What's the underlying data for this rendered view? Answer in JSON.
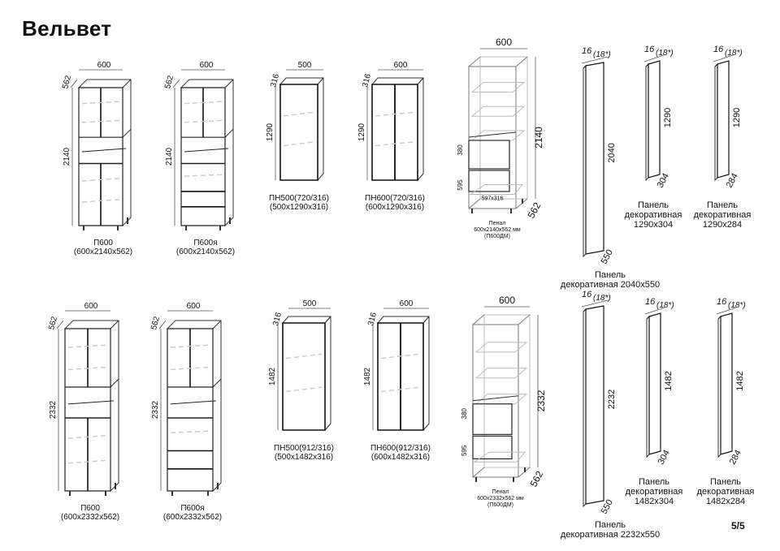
{
  "title": "Вельвет",
  "page_number": "5/5",
  "rows": [
    {
      "p600": {
        "w": "600",
        "d": "562",
        "h": "2140",
        "name": "П600",
        "size": "(600х2140х562)"
      },
      "p600ya": {
        "w": "600",
        "d": "562",
        "h": "2140",
        "name": "П600я",
        "size": "(600х2140х562)"
      },
      "pn500": {
        "w": "500",
        "d": "316",
        "h": "1290",
        "name": "ПН500(720/316)",
        "size": "(500х1290х316)"
      },
      "pn600": {
        "w": "600",
        "d": "316",
        "h": "1290",
        "name": "ПН600(720/316)",
        "size": "(600х1290х316)"
      },
      "penal": {
        "w": "600",
        "h": "2140",
        "d": "562",
        "niche1": "380",
        "niche2": "595",
        "inner": "597х316",
        "name": "Пенал",
        "size": "600х2140х562 мм",
        "code": "(П600ДМ)"
      },
      "panel_large": {
        "thick": "16",
        "thick_alt": "(18*)",
        "h": "2040",
        "w": "550",
        "label1": "Панель",
        "label2": "декоративная 2040х550"
      },
      "panel_mid": {
        "thick": "16",
        "thick_alt": "(18*)",
        "h": "1290",
        "w": "304",
        "label1": "Панель",
        "label2": "декоративная",
        "label3": "1290х304"
      },
      "panel_small": {
        "thick": "16",
        "thick_alt": "(18*)",
        "h": "1290",
        "w": "284",
        "label1": "Панель",
        "label2": "декоративная",
        "label3": "1290х284"
      }
    },
    {
      "p600": {
        "w": "600",
        "d": "562",
        "h": "2332",
        "name": "П600",
        "size": "(600х2332х562)"
      },
      "p600ya": {
        "w": "600",
        "d": "562",
        "h": "2332",
        "name": "П600я",
        "size": "(600х2332х562)"
      },
      "pn500": {
        "w": "500",
        "d": "316",
        "h": "1482",
        "name": "ПН500(912/316)",
        "size": "(500х1482х316)"
      },
      "pn600": {
        "w": "600",
        "d": "316",
        "h": "1482",
        "name": "ПН600(912/316)",
        "size": "(600х1482х316)"
      },
      "penal": {
        "w": "600",
        "h": "2332",
        "d": "562",
        "niche1": "380",
        "niche2": "595",
        "name": "Пенал",
        "size": "600х2332х562 мм",
        "code": "(П600ДМ)"
      },
      "panel_large": {
        "thick": "16",
        "thick_alt": "(18*)",
        "h": "2232",
        "w": "550",
        "label1": "Панель",
        "label2": "декоративная 2232х550"
      },
      "panel_mid": {
        "thick": "16",
        "thick_alt": "(18*)",
        "h": "1482",
        "w": "304",
        "label1": "Панель",
        "label2": "декоративная",
        "label3": "1482х304"
      },
      "panel_small": {
        "thick": "16",
        "thick_alt": "(18*)",
        "h": "1482",
        "w": "284",
        "label1": "Панель",
        "label2": "декоративная",
        "label3": "1482х284"
      }
    }
  ]
}
